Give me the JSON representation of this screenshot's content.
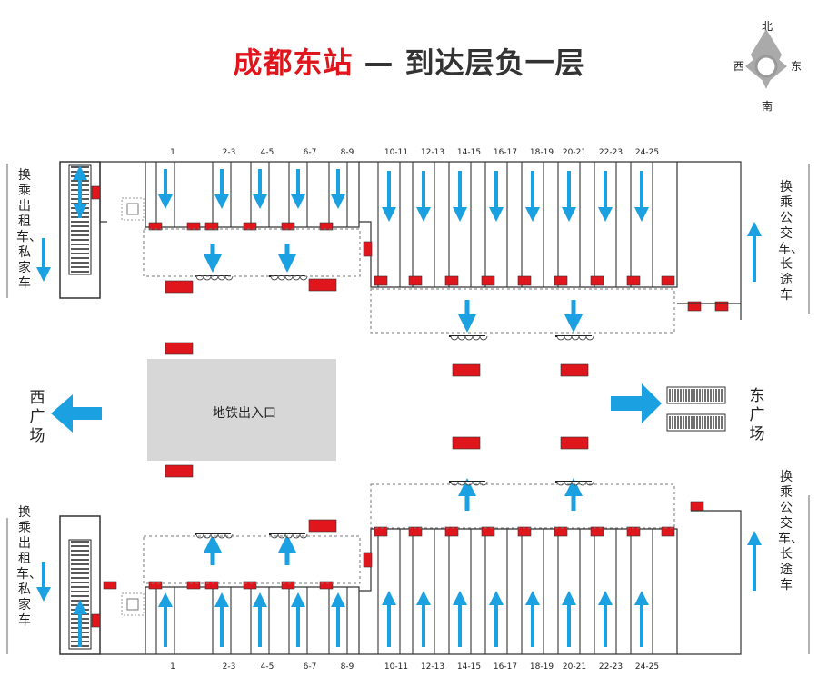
{
  "title": {
    "main": "成都东站",
    "sep": "—",
    "sub": "到达层负一层"
  },
  "compass": {
    "north": "北",
    "south": "南",
    "west": "西",
    "east": "东"
  },
  "labels": {
    "top_left_taxi": "换乘出租车、私家车",
    "bottom_left_taxi": "换乘出租车、私家车",
    "top_right_bus": "换乘公交车、长途车",
    "bottom_right_bus": "换乘公交车、长途车",
    "west_square": "西广场",
    "east_square": "东广场",
    "metro": "地铁出入口"
  },
  "platforms": [
    "1",
    "2-3",
    "4-5",
    "6-7",
    "8-9",
    "10-11",
    "12-13",
    "14-15",
    "16-17",
    "18-19",
    "20-21",
    "22-23",
    "24-25"
  ],
  "colors": {
    "accent_red": "#e0161d",
    "arrow_blue": "#1ba1e2",
    "metro_gray": "#d7d7d7"
  }
}
